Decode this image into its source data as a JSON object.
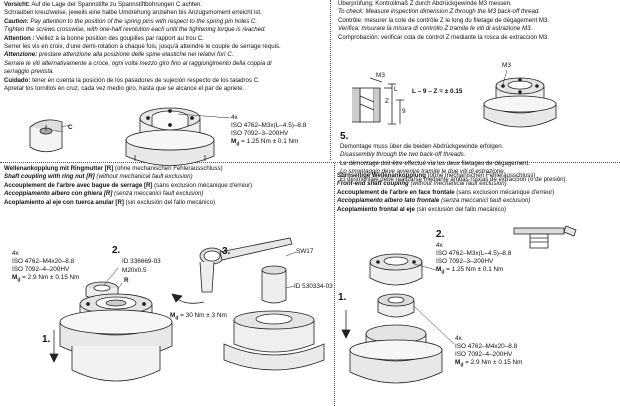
{
  "top_left": {
    "lines": [
      {
        "label": "Vorsicht:",
        "text": " Auf die Lage der Spannstifte zu Spannstiftbohrungen C achten."
      },
      {
        "label": "",
        "text": "Schrauben kreuzweise, jeweils eine halbe Umdrehung anziehen bis Anzugsmoment erreicht ist."
      },
      {
        "label": "Caution:",
        "text": " Pay attention to the position of the spring pins with respect to the spring pin holes C."
      },
      {
        "label": "",
        "text": "Tighten the screws crosswise, with one-half revolution each until the tightening torque is reached."
      },
      {
        "label": "Attention :",
        "text": " Veillez à la bonne position des goupilles par rapport au trou C."
      },
      {
        "label": "",
        "text": "Serrer les vis en croix, d'une demi-rotation à chaque fois, jusqu'à atteindre le couple de serrage requis."
      },
      {
        "label": "Attenzione:",
        "text": " prestare attenzione alla posizione delle spine elastiche nei relativi fori C."
      },
      {
        "label": "",
        "text": "Serrare le viti alternativamente a croce, ogni volta mezzo giro fino al raggiungimento della coppia di"
      },
      {
        "label": "",
        "text": "serraggio prevista."
      },
      {
        "label": "Cuidado:",
        "text": " tener en cuenta la posición de los pasadores de sujeción respecto de los taladros C."
      },
      {
        "label": "",
        "text": "Apretar los tornillos en cruz, cada vez medio giro, hasta que se alcance el par de apriete."
      }
    ],
    "callout": {
      "qty": "4x",
      "line1": "ISO 4762–M3x(L–4.5)–8.8",
      "line2": "ISO 7092–3–200HV",
      "md_prefix": "M",
      "md_sub": "d",
      "md_value": " = 1.25 Nm ± 0.1 Nm"
    },
    "label_c": "C"
  },
  "top_right": {
    "step4_lines": [
      "Überprüfung: Kontrollmaß Z durch Abdrückgewinde M3 messen.",
      "To check: Measure inspection dimension Z through the M3 back-off thread.",
      "Contrôle: mesurer la cote de contrôle Z le long du filetage de dégagement M3.",
      "Verifica: misurare la misura di controllo Z tramite le viti di estrazione M3.",
      "Comprobación: verificar cota de control Z mediante la rosca de extracción M3."
    ],
    "m3_a": "M3",
    "m3_b": "M3",
    "z": "Z",
    "nine": "9",
    "l": "L",
    "formula": "L – 9 – Z = ± 0.15",
    "step5_number": "5.",
    "step5_lines": [
      "Demontage muss über die beiden Abdrückgewinde erfolgen.",
      "Disassembly through the two back-off threads.",
      "Le démontage doit être effectué via les deux filetages de dégagement.",
      "Lo smontaggio deve avvenire tramite le due viti di estrazione.",
      "El desmontaje debe  realizarse mediante ambas roscas de extracción (o de presión)."
    ]
  },
  "bottom_left": {
    "title_lines": [
      {
        "bold": "Wellenankopplung mit Ringmutter [R]",
        "rest": " (ohne mechanischen Fehlerausschluss)",
        "italic": false
      },
      {
        "bold": "Shaft coupling with ring nut [R]",
        "rest": " (without mechanical fault exclusion)",
        "italic": true
      },
      {
        "bold": "Accouplement de l'arbre avec bague de serrage [R]",
        "rest": " (sans exclusion mécanique d'erreur)",
        "italic": false
      },
      {
        "bold": "Accoppiamento albero con ghiera [R]",
        "rest": " (senza meccanici fault exclusion)",
        "italic": true
      },
      {
        "bold": "Acoplamiento al eje con tuerca anular [R]",
        "rest": " (sin exclusión del fallo mecánico)",
        "italic": false
      }
    ],
    "step1": "1.",
    "step2": "2.",
    "step3": "3.",
    "callout_a": {
      "qty": "4x",
      "line1": "ISO 4762–M4x20–8.8",
      "line2": "ISO 7092–4–200HV",
      "md_prefix": "M",
      "md_sub": "d",
      "md_value": " = 2.9 Nm ± 0.15 Nm"
    },
    "id_a": "ID 336669-03",
    "thread": "M20x0.5",
    "r_label": "R",
    "sw17": "SW17",
    "id_b": "ID 530334-03",
    "md3_prefix": "M",
    "md3_sub": "d",
    "md3_value": " = 30 Nm ± 3 Nm"
  },
  "bottom_right": {
    "title_lines": [
      {
        "bold": "Stirnseitige Wellenankopplung",
        "rest": " (ohne mechanischen Fehlerausschluss)",
        "italic": false
      },
      {
        "bold": "Front-end shaft coupling",
        "rest": " (without mechanical fault exclusion)",
        "italic": true
      },
      {
        "bold": "Accouplement de l'arbre en face frontale",
        "rest": " (sans exclusion mécanique d'erreur)",
        "italic": false
      },
      {
        "bold": "Accoppiamento albero lato frontale",
        "rest": " (senza meccanici fault exclusion)",
        "italic": true
      },
      {
        "bold": "Acoplamiento frontal al eje",
        "rest": " (sin exclusión del fallo mecánico)",
        "italic": false
      }
    ],
    "step1": "1.",
    "step2": "2.",
    "callout_a": {
      "qty": "4x",
      "line1": "ISO 4762–M3x(L–4.5)–8.8",
      "line2": "ISO 7092–3–200HV",
      "md_prefix": "M",
      "md_sub": "d",
      "md_value": " = 1.25 Nm ± 0.1 Nm"
    },
    "callout_b": {
      "qty": "4x",
      "line1": "ISO 4762–M4x20–8.8",
      "line2": "ISO 7092–4–200HV",
      "md_prefix": "M",
      "md_sub": "d",
      "md_value": " = 2.9 Nm ± 0.15 Nm"
    }
  }
}
